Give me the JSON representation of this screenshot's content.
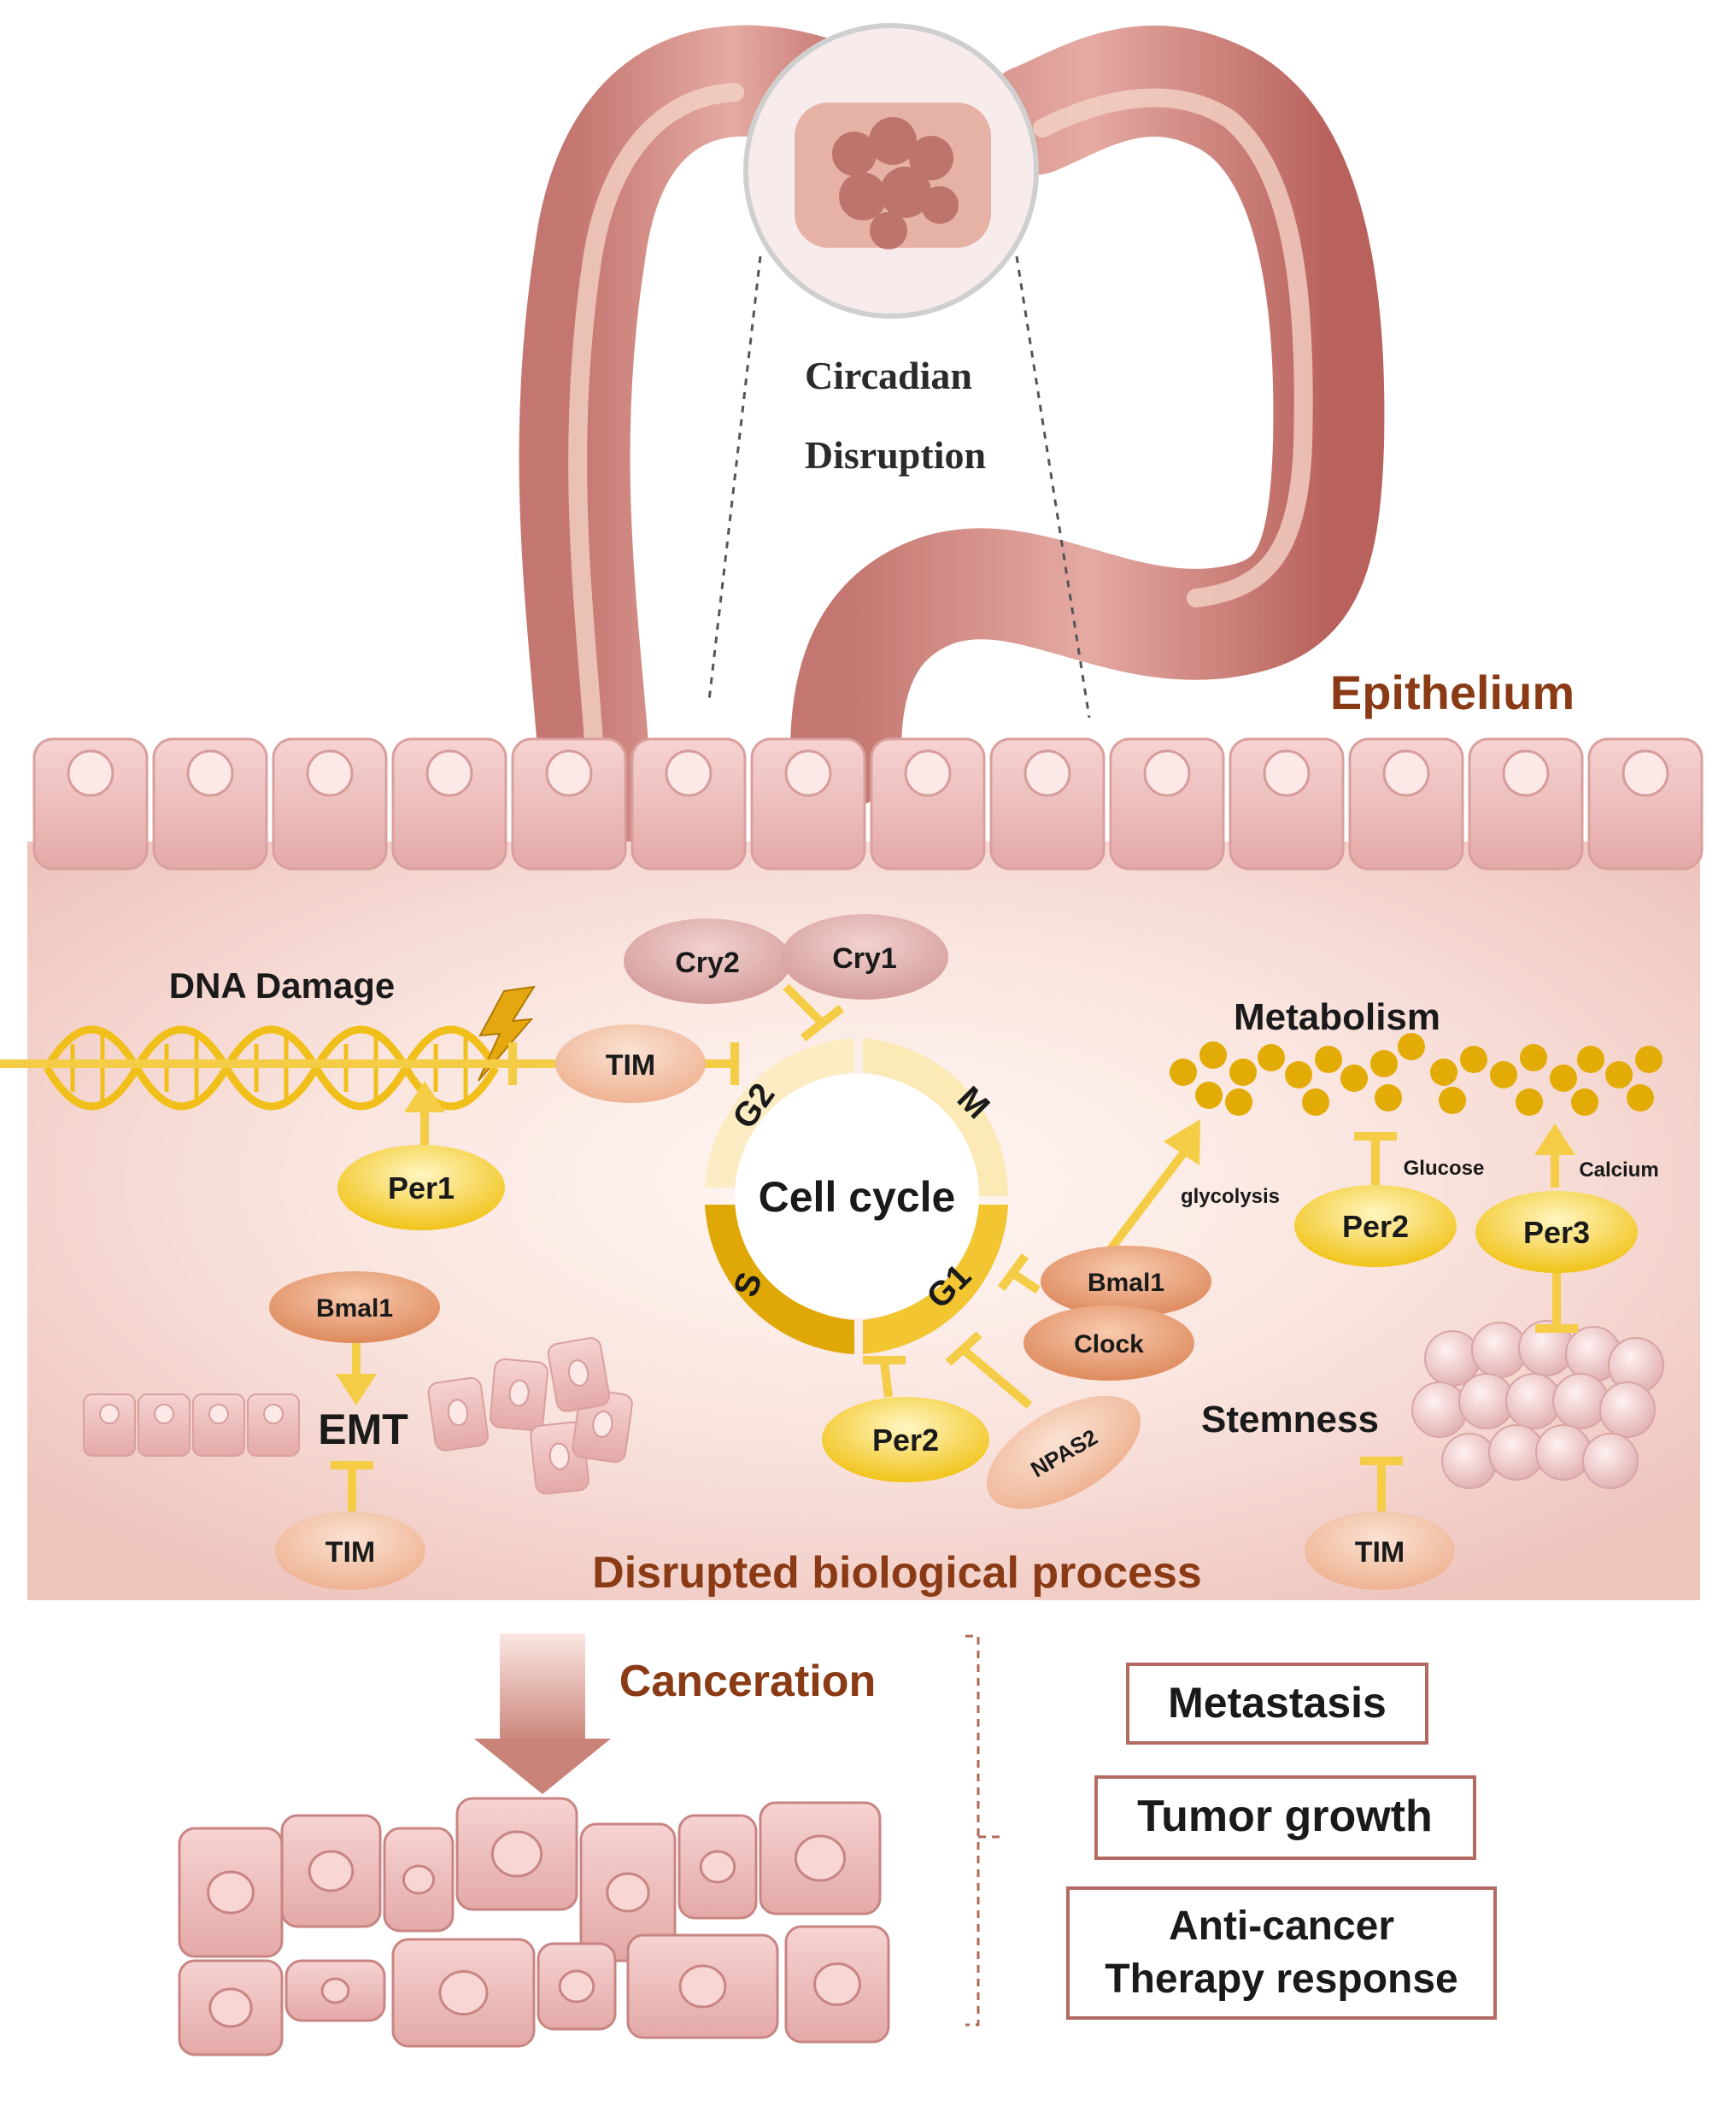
{
  "top": {
    "circadian_line1": "Circadian",
    "circadian_line2": "Disruption"
  },
  "epithelium_label": "Epithelium",
  "cell_cycle": {
    "center": "Cell cycle",
    "phases": [
      "G2",
      "M",
      "G1",
      "S"
    ]
  },
  "dna_damage": "DNA Damage",
  "metabolism": "Metabolism",
  "stemness": "Stemness",
  "emt": "EMT",
  "glycolysis": "glycolysis",
  "glucose": "Glucose",
  "calcium": "Calcium",
  "nodes": {
    "cry2": "Cry2",
    "cry1": "Cry1",
    "tim_dna": "TIM",
    "per1": "Per1",
    "bmal1_emt": "Bmal1",
    "tim_emt": "TIM",
    "bmal1_g1": "Bmal1",
    "clock": "Clock",
    "per2_g1": "Per2",
    "npas2": "NPAS2",
    "per2_met": "Per2",
    "per3": "Per3",
    "tim_stem": "TIM"
  },
  "disrupted": "Disrupted biological process",
  "canceration": "Canceration",
  "outcomes": [
    "Metastasis",
    "Tumor growth"
  ],
  "outcome3_line1": "Anti-cancer",
  "outcome3_line2": "Therapy response",
  "colors": {
    "pink_tissue": "#f3d6d2",
    "epithelium_cell": "#e9b5b3",
    "brown_text": "#8a3a14",
    "yellow": "#f2c21b",
    "dark_yellow": "#d9a400",
    "orange_node": "#e79a70",
    "pink_node": "#dca9a7"
  }
}
